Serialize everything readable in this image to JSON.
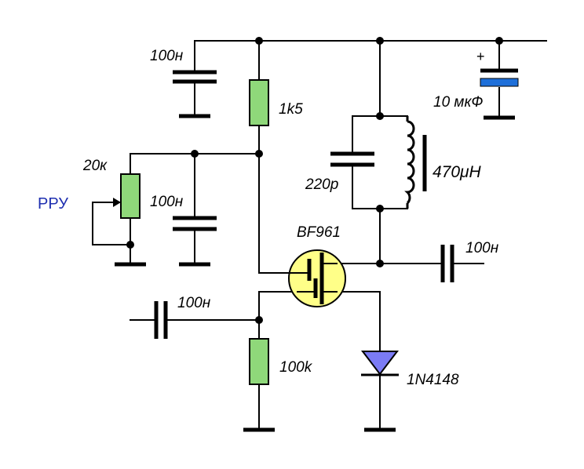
{
  "colors": {
    "wire": "#000000",
    "resistor": "#8fd87a",
    "transistor": "#ffff88",
    "diode": "#7b7bf5",
    "electrolytic": "#1e6fd9",
    "control_label": "#1f2fb0"
  },
  "labels": {
    "c_top": "100н",
    "r_1k5": "1k5",
    "c_electrolytic": "10 мкФ",
    "c_electrolytic_plus": "+",
    "pot": "20к",
    "agc": "РРУ",
    "c_mid": "100н",
    "c_tank": "220р",
    "inductor": "470μH",
    "transistor": "BF961",
    "c_out": "100н",
    "c_in": "100н",
    "r_100k": "100k",
    "diode": "1N4148"
  }
}
